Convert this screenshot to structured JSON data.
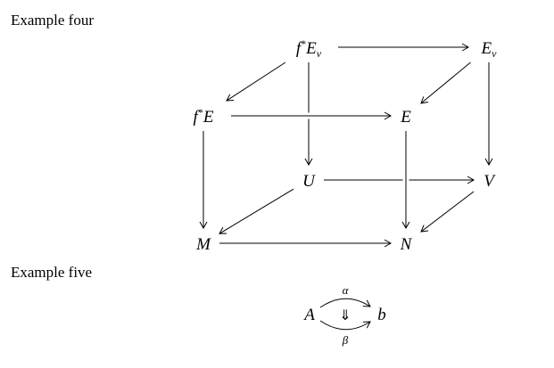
{
  "headings": {
    "example_four": "Example four",
    "example_five": "Example five"
  },
  "cube": {
    "nodes": {
      "fEv": {
        "base": "f",
        "sup": "*",
        "mid": "E",
        "sub": "v"
      },
      "Ev": {
        "base": "E",
        "sub": "v"
      },
      "fE": {
        "base": "f",
        "sup": "*",
        "mid": "E"
      },
      "E": {
        "base": "E"
      },
      "U": {
        "base": "U"
      },
      "V": {
        "base": "V"
      },
      "M": {
        "base": "M"
      },
      "N": {
        "base": "N"
      }
    },
    "edges": [
      [
        "fEv",
        "Ev"
      ],
      [
        "fEv",
        "fE"
      ],
      [
        "fEv",
        "U"
      ],
      [
        "Ev",
        "E"
      ],
      [
        "Ev",
        "V"
      ],
      [
        "fE",
        "E"
      ],
      [
        "fE",
        "M"
      ],
      [
        "E",
        "N"
      ],
      [
        "U",
        "V"
      ],
      [
        "U",
        "M"
      ],
      [
        "V",
        "N"
      ],
      [
        "M",
        "N"
      ]
    ]
  },
  "twocell": {
    "source": "A",
    "target": "b",
    "top_label": "α",
    "bottom_label": "β",
    "arrow": "⇓"
  }
}
